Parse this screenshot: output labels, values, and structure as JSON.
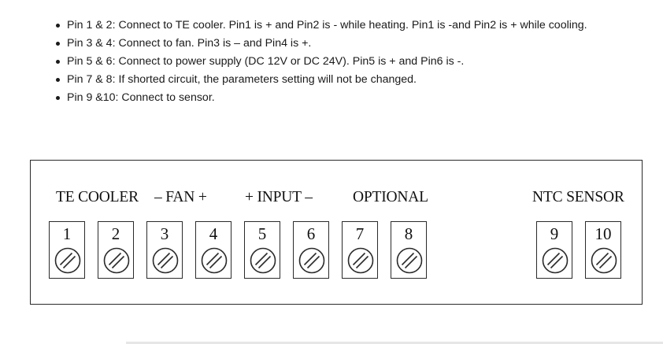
{
  "notes": [
    "Pin 1 & 2: Connect to TE cooler. Pin1 is + and Pin2 is - while heating. Pin1 is -and Pin2 is + while cooling.",
    "Pin 3 & 4: Connect to fan. Pin3 is – and Pin4 is +.",
    "Pin 5 & 6: Connect to power supply (DC 12V or DC 24V). Pin5 is + and Pin6 is -.",
    "Pin 7 & 8: If shorted circuit, the parameters setting will not be changed.",
    "Pin 9 &10: Connect to sensor."
  ],
  "groups": {
    "te_cooler": "TE COOLER",
    "fan": "– FAN +",
    "input": "+ INPUT –",
    "optional": "OPTIONAL",
    "ntc_sensor": "NTC SENSOR"
  },
  "terminals": [
    "1",
    "2",
    "3",
    "4",
    "5",
    "6",
    "7",
    "8",
    "9",
    "10"
  ],
  "icon": "screw-terminal-icon"
}
